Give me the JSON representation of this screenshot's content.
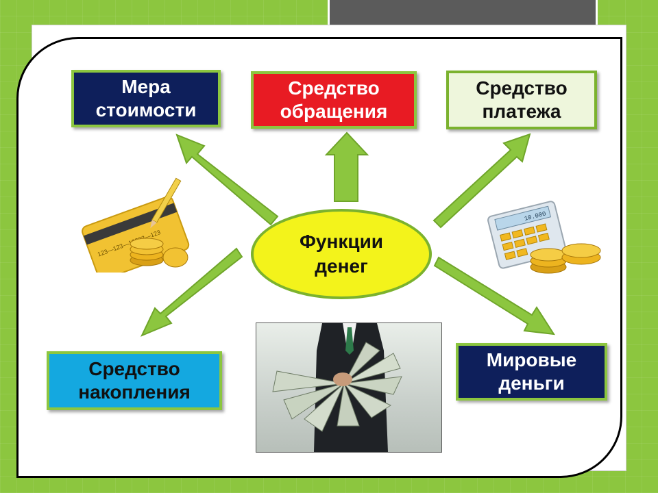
{
  "diagram": {
    "center": {
      "line1": "Функции",
      "line2": "денег"
    },
    "boxes": {
      "measure_of_value": {
        "line1": "Мера",
        "line2": "стоимости"
      },
      "medium_of_circulation": {
        "line1": "Средство",
        "line2": "обращения"
      },
      "means_of_payment": {
        "line1": "Средство",
        "line2": "платежа"
      },
      "store_of_value": {
        "line1": "Средство",
        "line2": "накопления"
      },
      "world_money": {
        "line1": "Мировые",
        "line2": "деньги"
      }
    },
    "card_number": "123—123—12333—123",
    "calculator_display": "10.000"
  },
  "colors": {
    "background": "#8cc63f",
    "arrow_fill": "#8cc63f",
    "arrow_stroke": "#6fa52a",
    "navy_box": "#0e1f5b",
    "red_box": "#e81b23",
    "light_green_box": "#eef6dc",
    "cyan_box": "#14a8e0",
    "center_ellipse": "#f3f31b"
  }
}
